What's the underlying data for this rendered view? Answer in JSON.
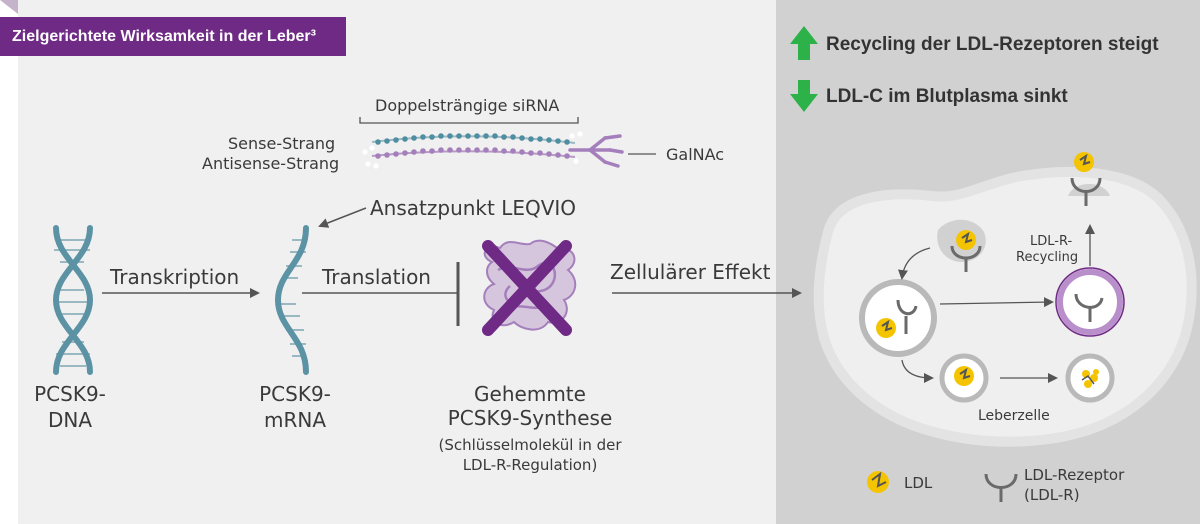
{
  "title": "Zielgerichtete Wirksamkeit in der Leber³",
  "effects": {
    "up": "Recycling der LDL-Rezeptoren steigt",
    "down": "LDL-C im Blutplasma sinkt"
  },
  "sirna": {
    "heading": "Doppelsträngige siRNA",
    "sense": "Sense-Strang",
    "antisense": "Antisense-Strang",
    "galnac": "GalNAc"
  },
  "flow": {
    "target": "Ansatzpunkt LEQVIO",
    "transcription": "Transkription",
    "translation": "Translation",
    "effect": "Zellulärer Effekt"
  },
  "dna": {
    "line1": "PCSK9-",
    "line2": "DNA"
  },
  "mrna": {
    "line1": "PCSK9-",
    "line2": "mRNA"
  },
  "synthesis": {
    "line1": "Gehemmte",
    "line2": "PCSK9-Synthese",
    "line3": "(Schlüsselmolekül in der",
    "line4": "LDL-R-Regulation)"
  },
  "cell": {
    "recycling1": "LDL-R-",
    "recycling2": "Recycling",
    "liver": "Leberzelle"
  },
  "legend": {
    "ldl": "LDL",
    "receptor1": "LDL-Rezeptor",
    "receptor2": "(LDL-R)"
  },
  "colors": {
    "purple": "#6f2a86",
    "teal": "#5b93a4",
    "green": "#2db24a",
    "yellow": "#f5c400"
  },
  "icons": [
    "arrow-up-icon",
    "arrow-down-icon",
    "dna-helix-icon",
    "mrna-helix-icon",
    "sirna-icon",
    "galnac-icon",
    "crossed-protein-icon",
    "liver-cell-icon",
    "ldl-particle-icon",
    "ldl-receptor-icon"
  ]
}
